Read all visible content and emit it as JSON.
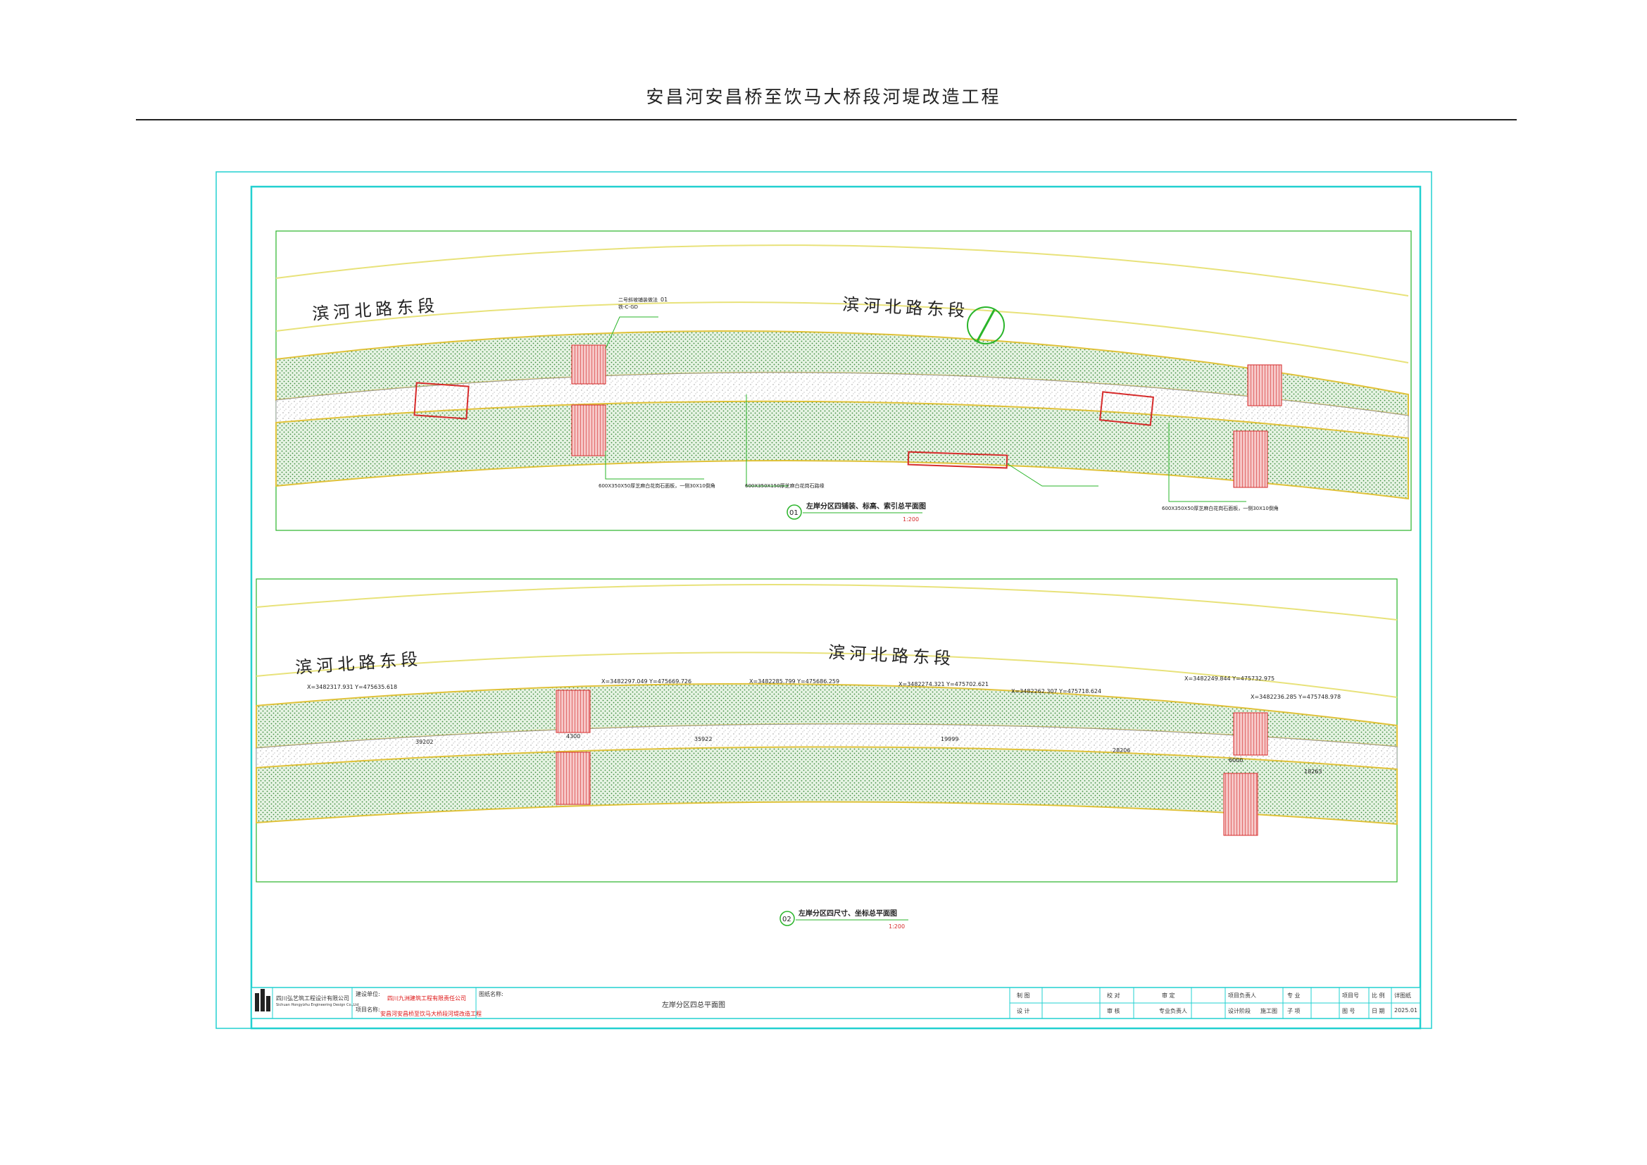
{
  "header": {
    "title": "安昌河安昌桥至饮马大桥段河堤改造工程"
  },
  "plan1": {
    "road_left": "滨河北路东段",
    "road_right": "滨河北路东段",
    "caption_no": "01",
    "caption": "左岸分区四铺装、标高、索引总平面图",
    "caption_scale": "1:200",
    "note_bottom_1": "600X350X50厚芝麻白花岗石面板，一侧30X10倒角",
    "note_bottom_2": "600X350X150厚芝麻白花岗石路缘",
    "note_bottom_3": "600X350X50厚芝麻白花岗石面板，一侧30X10倒角",
    "note_top": "二号斜坡铺装做法",
    "note_ref": "01",
    "note_detail": "铁-C-GD"
  },
  "plan2": {
    "road_left": "滨河北路东段",
    "road_right": "滨河北路东段",
    "caption_no": "02",
    "caption": "左岸分区四尺寸、坐标总平面图",
    "caption_scale": "1:200",
    "coords": [
      "X=3482317.931  Y=475635.618",
      "X=3482297.049  Y=475669.726",
      "X=3482285.799  Y=475686.259",
      "X=3482274.321  Y=475702.621",
      "X=3482262.307  Y=475718.624",
      "X=3482249.844  Y=475732.975",
      "X=3482236.285  Y=475748.978"
    ],
    "dims": [
      "39202",
      "35922",
      "19999",
      "28206",
      "18263",
      "4300",
      "6000"
    ]
  },
  "titleblock": {
    "company": "四川弘艺筑工程设计有限公司",
    "company_en": "Sichuan Hongyizhu Engineering Design Co.,Ltd",
    "label_client": "建设单位:",
    "client": "四川九洲建筑工程有限责任公司",
    "label_project": "项目名称:",
    "project": "安昌河安昌桥至饮马大桥段河堤改造工程",
    "label_drawing": "图纸名称:",
    "drawing": "左岸分区四总平面图",
    "labels": [
      "制 图",
      "设 计",
      "校 对",
      "审 核",
      "审 定",
      "专业负责人",
      "项目负责人",
      "设计阶段",
      "专 业",
      "子 项",
      "项目号",
      "图 号",
      "比 例",
      "日 期"
    ],
    "stage": "施工图",
    "scale": "详图纸",
    "date": "2025.01"
  }
}
